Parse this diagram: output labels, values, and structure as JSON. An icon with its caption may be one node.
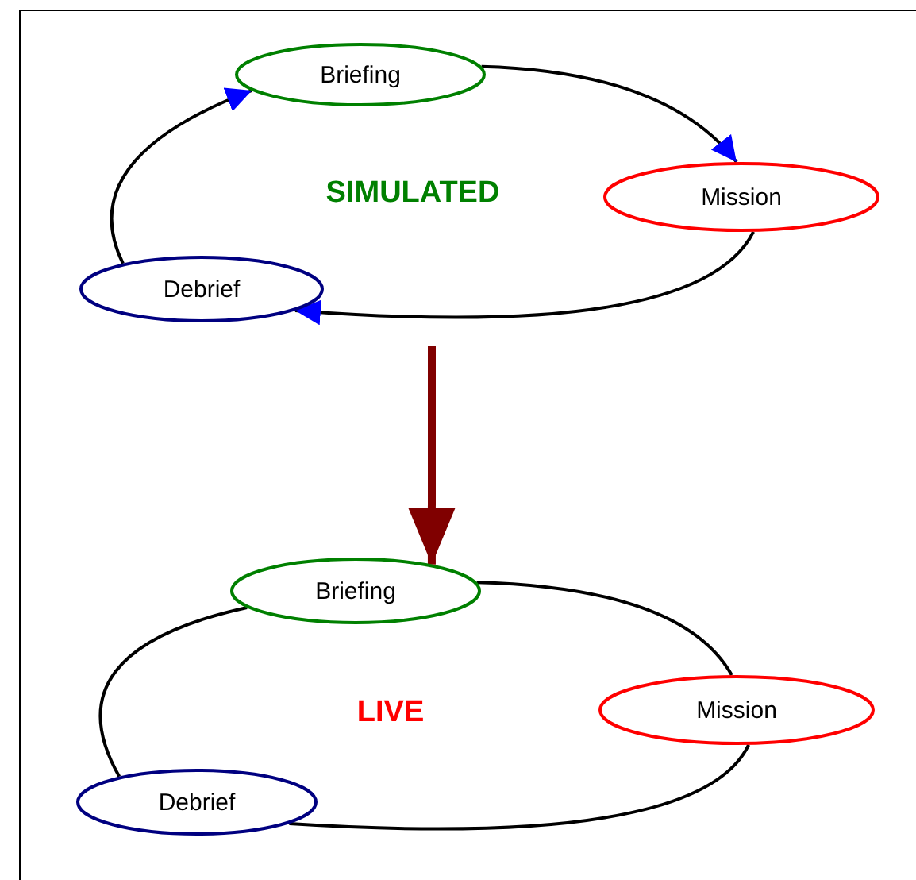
{
  "diagram": {
    "nodes": [
      {
        "text": [
          "Briefing"
        ]
      },
      {
        "text": [
          "Mission"
        ]
      },
      {
        "text": [
          "Debrief"
        ]
      },
      {
        "text": [
          "Briefing"
        ]
      },
      {
        "text": [
          "Mission"
        ]
      },
      {
        "text": [
          "Debrief"
        ]
      }
    ],
    "edges": [
      {
        "from": 0,
        "to": 1,
        "arrow": "to"
      },
      {
        "from": 1,
        "to": 2,
        "arrow": "to"
      },
      {
        "from": 2,
        "to": 0,
        "arrow": "to"
      },
      {
        "from": 3,
        "to": 4,
        "arrow": "none"
      },
      {
        "from": 4,
        "to": 5,
        "arrow": "none"
      },
      {
        "from": 5,
        "to": 3,
        "arrow": "none"
      },
      {
        "from": null,
        "to": 3,
        "arrow": "to",
        "style": "thick",
        "color": "#800000"
      }
    ],
    "labels": [
      "SIMULATED",
      "LIVE"
    ]
  }
}
